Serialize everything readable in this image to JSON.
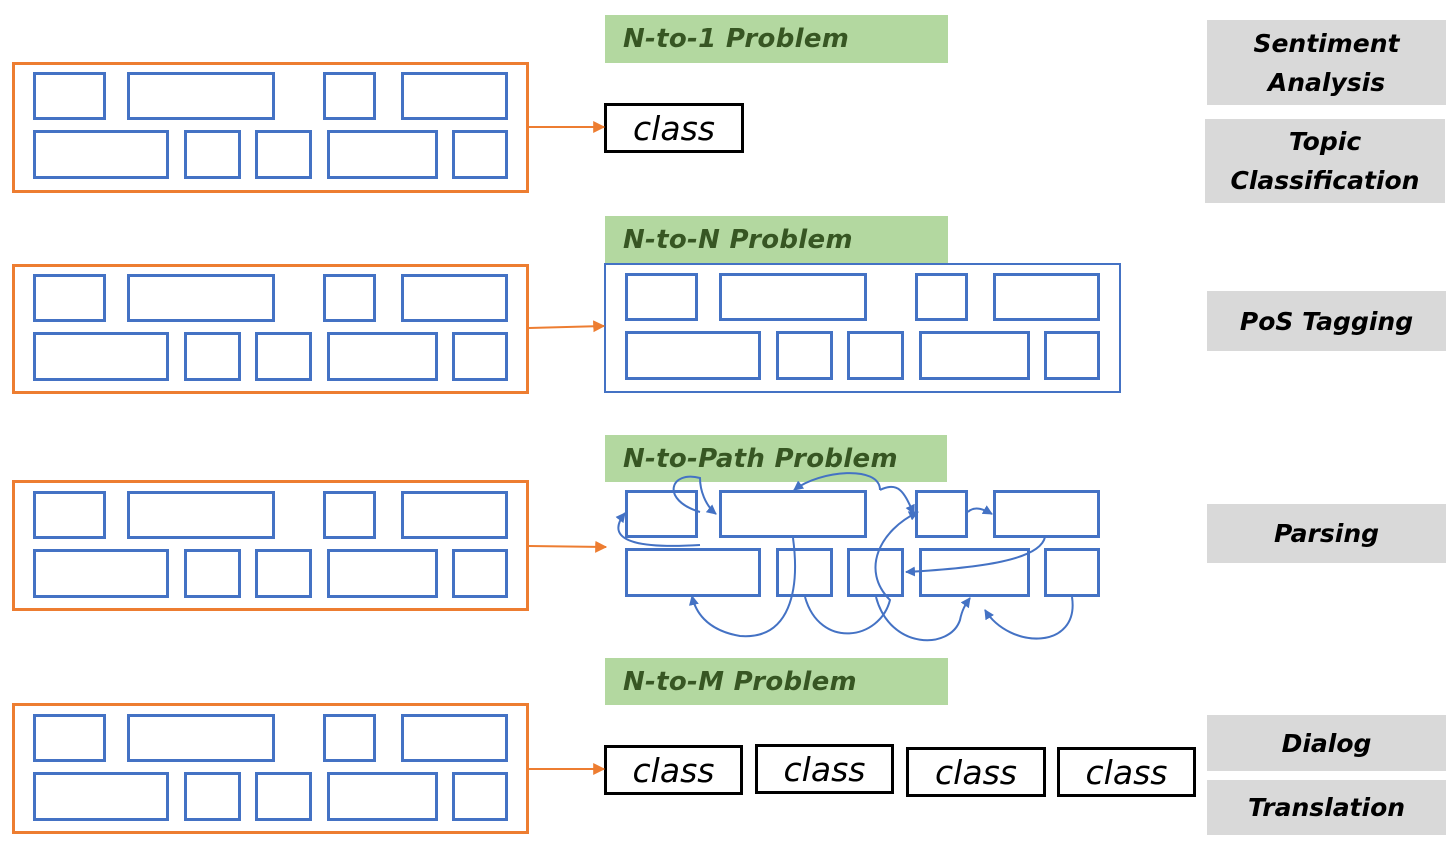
{
  "problems": [
    {
      "label": "N-to-1 Problem",
      "classes": [
        "class"
      ],
      "tasks": [
        "Sentiment Analysis",
        "Topic Classification"
      ]
    },
    {
      "label": "N-to-N Problem",
      "tasks": [
        "PoS Tagging"
      ]
    },
    {
      "label": "N-to-Path Problem",
      "tasks": [
        "Parsing"
      ]
    },
    {
      "label": "N-to-M Problem",
      "classes": [
        "class",
        "class",
        "class",
        "class"
      ],
      "tasks": [
        "Dialog",
        "Translation"
      ]
    }
  ],
  "colors": {
    "input_frame": "#ED7D31",
    "token": "#4472C4",
    "banner_bg": "#B3D8A0",
    "banner_text": "#375623",
    "task_bg": "#D9D9D9"
  }
}
